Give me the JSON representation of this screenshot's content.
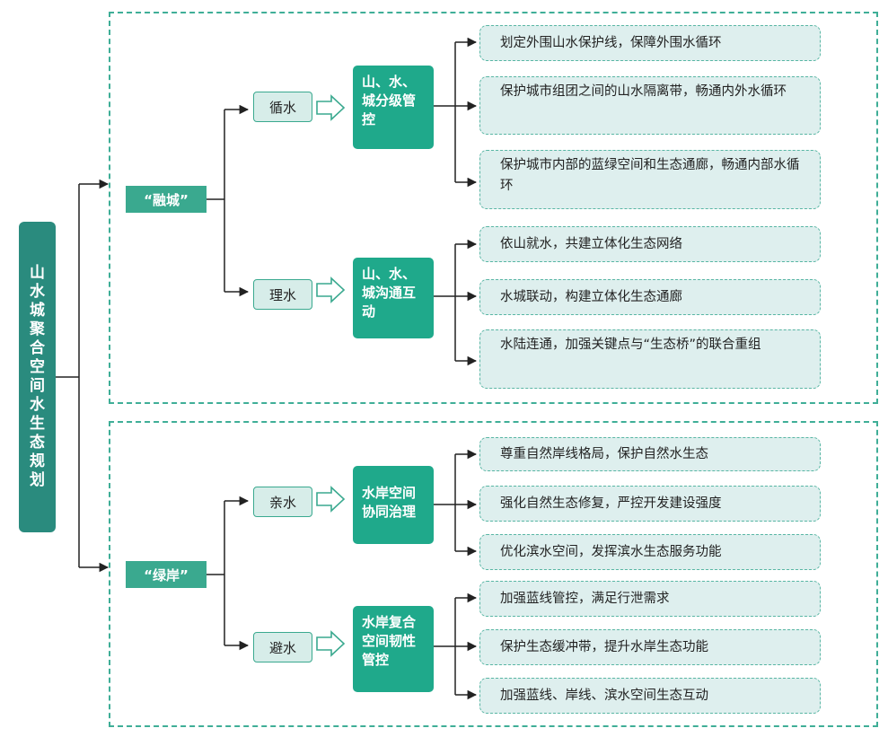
{
  "root": "山水城聚合空间水生态规划",
  "groups": [
    {
      "label": "“融城”",
      "subs": [
        {
          "label": "循水",
          "control": "山、水、城分级管控",
          "items": [
            "划定外围山水保护线，保障外围水循环",
            "保护城市组团之间的山水隔离带，畅通内外水循环",
            "保护城市内部的蓝绿空间和生态通廊，畅通内部水循环"
          ]
        },
        {
          "label": "理水",
          "control": "山、水、城沟通互动",
          "items": [
            "依山就水，共建立体化生态网络",
            "水城联动，构建立体化生态通廊",
            "水陆连通，加强关键点与“生态桥”的联合重组"
          ]
        }
      ]
    },
    {
      "label": "“绿岸”",
      "subs": [
        {
          "label": "亲水",
          "control": "水岸空间协同治理",
          "items": [
            "尊重自然岸线格局，保护自然水生态",
            "强化自然生态修复，严控开发建设强度",
            "优化滨水空间，发挥滨水生态服务功能"
          ]
        },
        {
          "label": "避水",
          "control": "水岸复合空间韧性管控",
          "items": [
            "加强蓝线管控，满足行泄需求",
            "保护生态缓冲带，提升水岸生态功能",
            "加强蓝线、岸线、滨水空间生态互动"
          ]
        }
      ]
    }
  ],
  "colors": {
    "accent": "#3aa98f",
    "root": "#2a8b7e",
    "leaf_bg": "#deefee",
    "sub_bg": "#d7ede9"
  }
}
